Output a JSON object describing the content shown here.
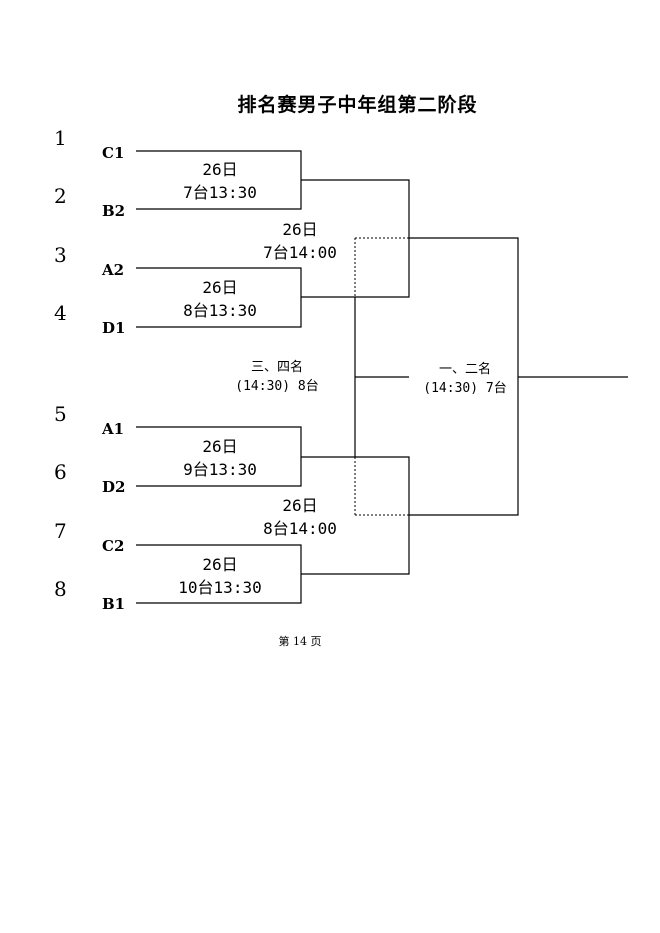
{
  "title": "排名赛男子中年组第二阶段",
  "ranks": [
    "1",
    "2",
    "3",
    "4",
    "5",
    "6",
    "7",
    "8"
  ],
  "teams": [
    "C1",
    "B2",
    "A2",
    "D1",
    "A1",
    "D2",
    "C2",
    "B1"
  ],
  "round1": [
    {
      "date": "26日",
      "time": "7台13:30"
    },
    {
      "date": "26日",
      "time": "8台13:30"
    },
    {
      "date": "26日",
      "time": "9台13:30"
    },
    {
      "date": "26日",
      "time": "10台13:30"
    }
  ],
  "semis": [
    {
      "date": "26日",
      "time": "7台14:00"
    },
    {
      "date": "26日",
      "time": "8台14:00"
    }
  ],
  "third_place": {
    "title": "三、四名",
    "detail": "(14:30) 8台"
  },
  "final": {
    "title": "一、二名",
    "detail": "(14:30) 7台"
  },
  "page": "第 14 页"
}
